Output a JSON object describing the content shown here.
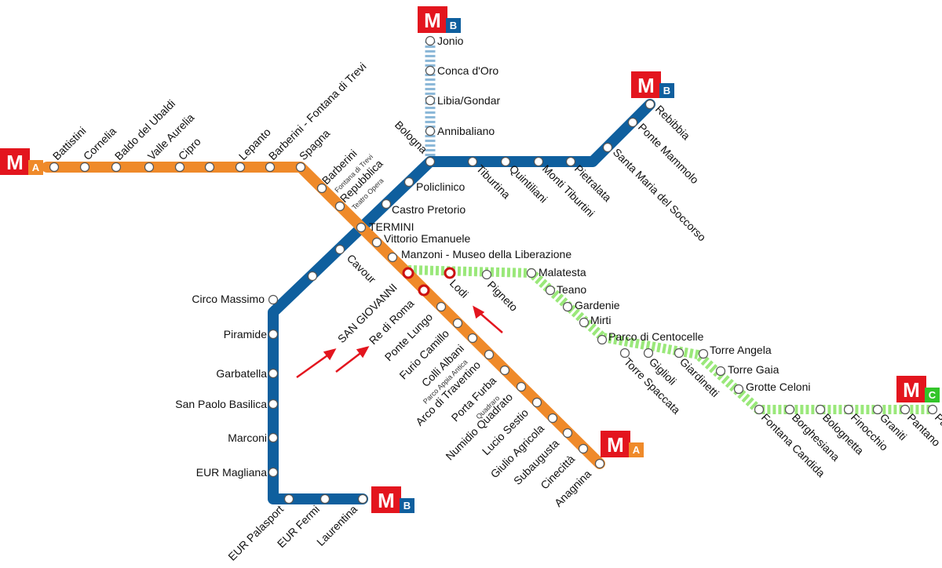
{
  "colors": {
    "line_a": "#ef8a2a",
    "line_b": "#0f5f9e",
    "line_b1": "#8cb8d8",
    "line_c": "#9ae87a",
    "logo_red": "#e3151e",
    "interchange": "#cc1111"
  },
  "line_a_stations": [
    "Battistini",
    "Cornelia",
    "Baldo del Ubaldi",
    "Valle Aurelia",
    "Cipro",
    "Lepanto",
    "Barberini - Fontana di Trevi",
    "Spagna",
    "Barberini",
    "Repubblica",
    "TERMINI",
    "Vittorio Emanuele",
    "Manzoni - Museo della Liberazione",
    "SAN GIOVANNI",
    "Re di Roma",
    "Ponte Lungo",
    "Furio Camillo",
    "Colli Albani",
    "Arco di Travertino",
    "Porta Furba",
    "Numidio Quadrato",
    "Lucio Sestio",
    "Giulio Agricola",
    "Subaugusta",
    "Cinecittà",
    "Anagnina"
  ],
  "line_a_subs": [
    "Fontana di Trevi",
    "Teatro Opera",
    "Parco Appia Antica",
    "Quadraro"
  ],
  "line_b_stations": [
    "Rebibbia",
    "Ponte Mammolo",
    "Santa Maria del Soccorso",
    "Pietralata",
    "Monti Tiburtini",
    "Quintiliani",
    "Tiburtina",
    "Bologna",
    "Policlinico",
    "Castro Pretorio",
    "Cavour",
    "Circo Massimo",
    "Piramide",
    "Garbatella",
    "San Paolo Basilica",
    "Marconi",
    "EUR Magliana",
    "EUR Palasport",
    "EUR Fermi",
    "Laurentina"
  ],
  "line_b1_stations": [
    "Jonio",
    "Conca d'Oro",
    "Libia/Gondar",
    "Annibaliano"
  ],
  "line_c_stations": [
    "Lodi",
    "Pigneto",
    "Malatesta",
    "Teano",
    "Gardenie",
    "Mirti",
    "Parco di Centocelle",
    "Torre Spaccata",
    "Giglioli",
    "Giardinetti",
    "Torre Angela",
    "Torre Gaia",
    "Grotte Celoni",
    "Fontana Candida",
    "Borghesiana",
    "Bolognetta",
    "Finocchio",
    "Graniti",
    "Pantano"
  ],
  "logos": [
    {
      "m": "M",
      "line": "A"
    },
    {
      "m": "M",
      "line": "A"
    },
    {
      "m": "M",
      "line": "B"
    },
    {
      "m": "M",
      "line": "B"
    },
    {
      "m": "M",
      "line": "B"
    },
    {
      "m": "M",
      "line": "C"
    }
  ]
}
